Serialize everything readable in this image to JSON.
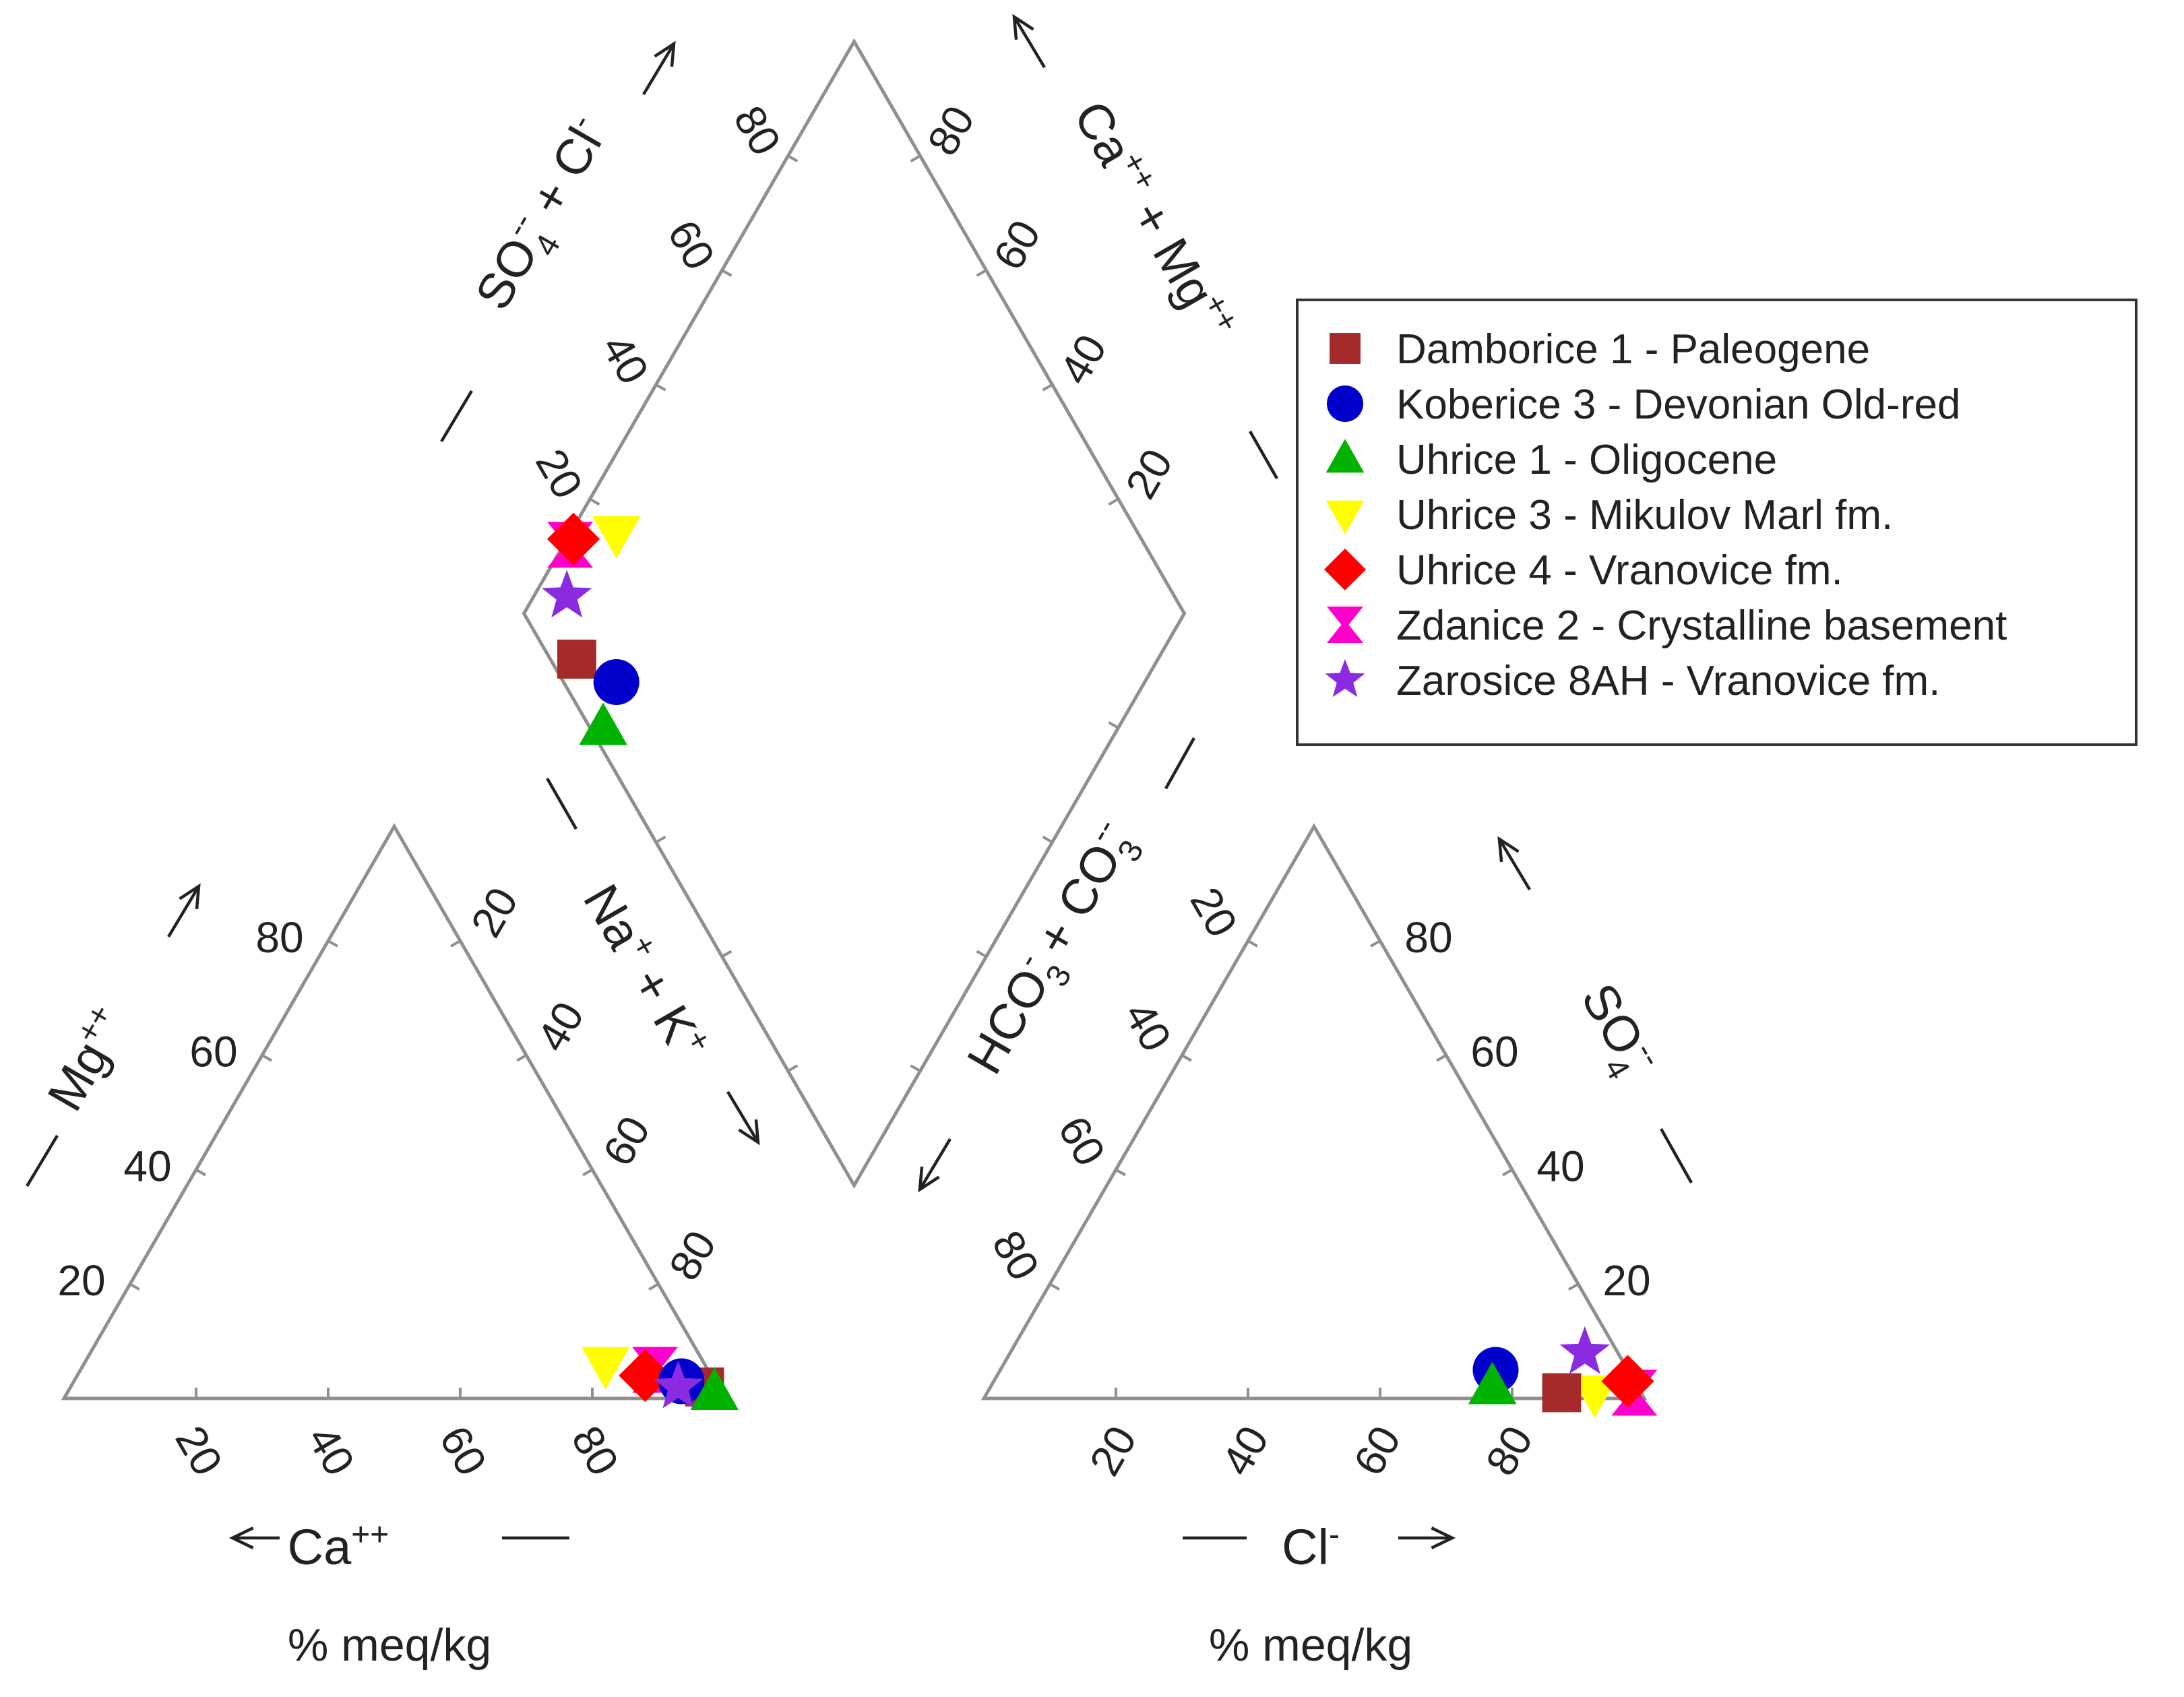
{
  "chart_data": {
    "type": "scatter",
    "subtype": "piper-diagram",
    "units": "% meq/kg",
    "legend": {
      "placement": "right",
      "entries": [
        {
          "name": "Damborice 1 - Paleogene",
          "marker": "square",
          "color": "#a52a2a"
        },
        {
          "name": "Koberice 3 - Devonian Old-red",
          "marker": "circle",
          "color": "#0000cc"
        },
        {
          "name": "Uhrice 1 - Oligocene",
          "marker": "triangle-up",
          "color": "#00b300"
        },
        {
          "name": "Uhrice 3 - Mikulov Marl fm.",
          "marker": "triangle-down",
          "color": "#ffff00"
        },
        {
          "name": "Uhrice 4 - Vranovice fm.",
          "marker": "diamond",
          "color": "#ff0000"
        },
        {
          "name": "Zdanice 2 - Crystalline basement",
          "marker": "hourglass",
          "color": "#ff00cc"
        },
        {
          "name": "Zarosice 8AH - Vranovice fm.",
          "marker": "star",
          "color": "#8a2be2"
        }
      ]
    },
    "cation_triangle": {
      "axis_labels": {
        "ca": "Ca",
        "ca_sup": "++",
        "mg": "Mg",
        "mg_sup": "++",
        "na": "Na",
        "na_sup": "+",
        "plus": "+",
        "k": "K",
        "k_sup": "+"
      },
      "ticks": [
        "20",
        "40",
        "60",
        "80"
      ]
    },
    "anion_triangle": {
      "axis_labels": {
        "cl": "Cl",
        "cl_sup": "-",
        "so4": "SO",
        "so4_sub": "4",
        "so4_sup": "--",
        "hco3": "HCO",
        "hco3_sub": "3",
        "hco3_sup": "-",
        "plus": "+",
        "co3": "CO",
        "co3_sub": "3",
        "co3_sup": "--"
      },
      "ticks": [
        "20",
        "40",
        "60",
        "80"
      ]
    },
    "diamond": {
      "axis_labels": {
        "so4_cl": {
          "so4": "SO",
          "so4_sub": "4",
          "so4_sup": "--",
          "plus": "+",
          "cl": "Cl",
          "cl_sup": "-"
        },
        "ca_mg": {
          "ca": "Ca",
          "ca_sup": "++",
          "plus": "+",
          "mg": "Mg",
          "mg_sup": "++"
        }
      },
      "ticks": [
        "20",
        "40",
        "60",
        "80"
      ]
    },
    "series": [
      {
        "name": "Damborice 1 - Paleogene",
        "ca": 2,
        "mg": 2,
        "na_k": 96,
        "hco3": 12,
        "so4": 1,
        "cl": 87
      },
      {
        "name": "Koberice 3 - Devonian Old-red",
        "ca": 5,
        "mg": 3,
        "na_k": 92,
        "hco3": 20,
        "so4": 5,
        "cl": 75
      },
      {
        "name": "Uhrice 1 - Oligocene",
        "ca": 1,
        "mg": 1,
        "na_k": 98,
        "hco3": 22,
        "so4": 2,
        "cl": 76
      },
      {
        "name": "Uhrice 3 - Mikulov Marl fm.",
        "ca": 15,
        "mg": 6,
        "na_k": 79,
        "hco3": 7,
        "so4": 1,
        "cl": 92
      },
      {
        "name": "Uhrice 4 - Vranovice fm.",
        "ca": 10,
        "mg": 4,
        "na_k": 86,
        "hco3": 1,
        "so4": 3,
        "cl": 96
      },
      {
        "name": "Zdanice 2 - Crystalline basement",
        "ca": 8,
        "mg": 5,
        "na_k": 87,
        "hco3": 1,
        "so4": 1,
        "cl": 98
      },
      {
        "name": "Zarosice 8AH - Vranovice fm.",
        "ca": 6,
        "mg": 2,
        "na_k": 92,
        "hco3": 5,
        "so4": 8,
        "cl": 87
      }
    ]
  }
}
